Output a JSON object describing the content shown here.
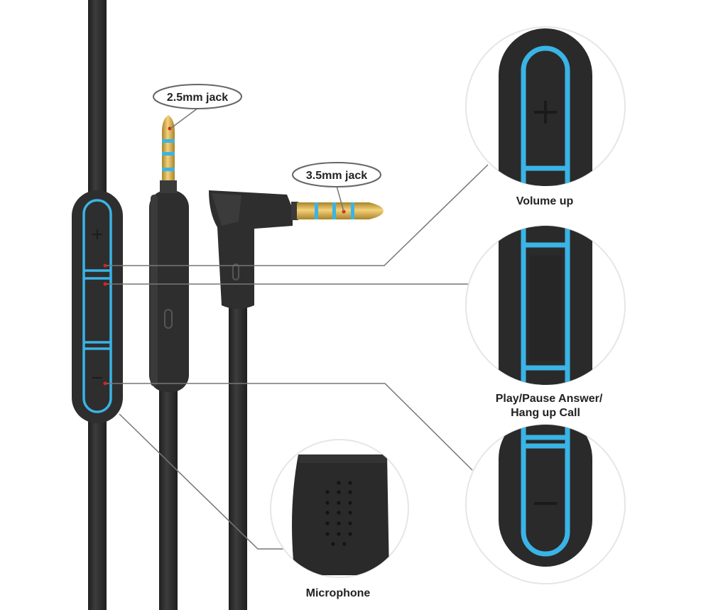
{
  "labels": {
    "jack_25": "2.5mm jack",
    "jack_35": "3.5mm jack",
    "volume_up": "Volume up",
    "play_pause_line1": "Play/Pause Answer/",
    "play_pause_line2": "Hang up Call",
    "microphone": "Microphone"
  },
  "colors": {
    "cable": "#2b2b2b",
    "cable_highlight": "#3a3a3a",
    "accent_blue": "#3ab4e6",
    "gold": "#d9b24a",
    "gold_dark": "#a9832a",
    "marker_red": "#e02020",
    "leader_line": "#777777"
  },
  "icons": [
    "plus-icon",
    "minus-icon",
    "microphone-holes-icon"
  ]
}
